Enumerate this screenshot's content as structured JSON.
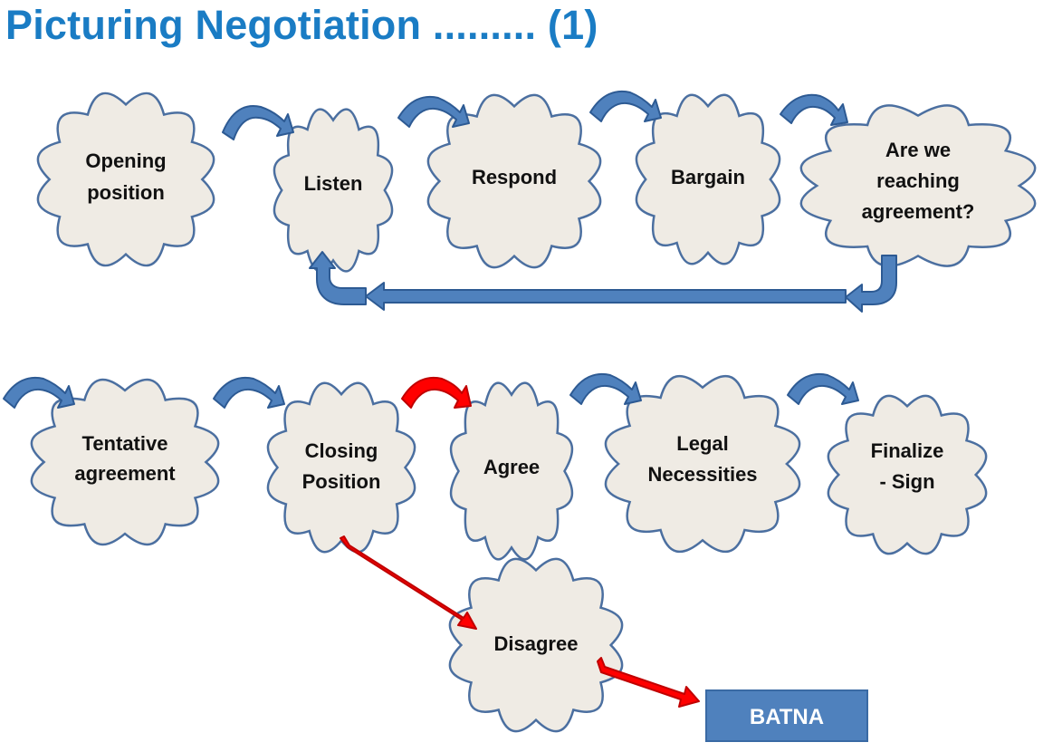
{
  "title": "Picturing Negotiation ......... (1)",
  "colors": {
    "title": "#1a7cc4",
    "cloud_fill": "#efebe4",
    "cloud_stroke": "#4b6fa0",
    "arrow_blue": "#4f81bd",
    "arrow_red": "#ff0000",
    "box_fill": "#4f81bd"
  },
  "clouds": {
    "opening_position": [
      "Opening",
      "position"
    ],
    "listen": [
      "Listen"
    ],
    "respond": [
      "Respond"
    ],
    "bargain": [
      "Bargain"
    ],
    "reaching_agreement": [
      "Are we",
      "reaching",
      "agreement?"
    ],
    "tentative_agreement": [
      "Tentative",
      "agreement"
    ],
    "closing_position": [
      "Closing",
      "Position"
    ],
    "agree": [
      "Agree"
    ],
    "legal_necessities": [
      "Legal",
      "Necessities"
    ],
    "finalize_sign": [
      "Finalize",
      "- Sign"
    ],
    "disagree": [
      "Disagree"
    ]
  },
  "batna": "BATNA"
}
